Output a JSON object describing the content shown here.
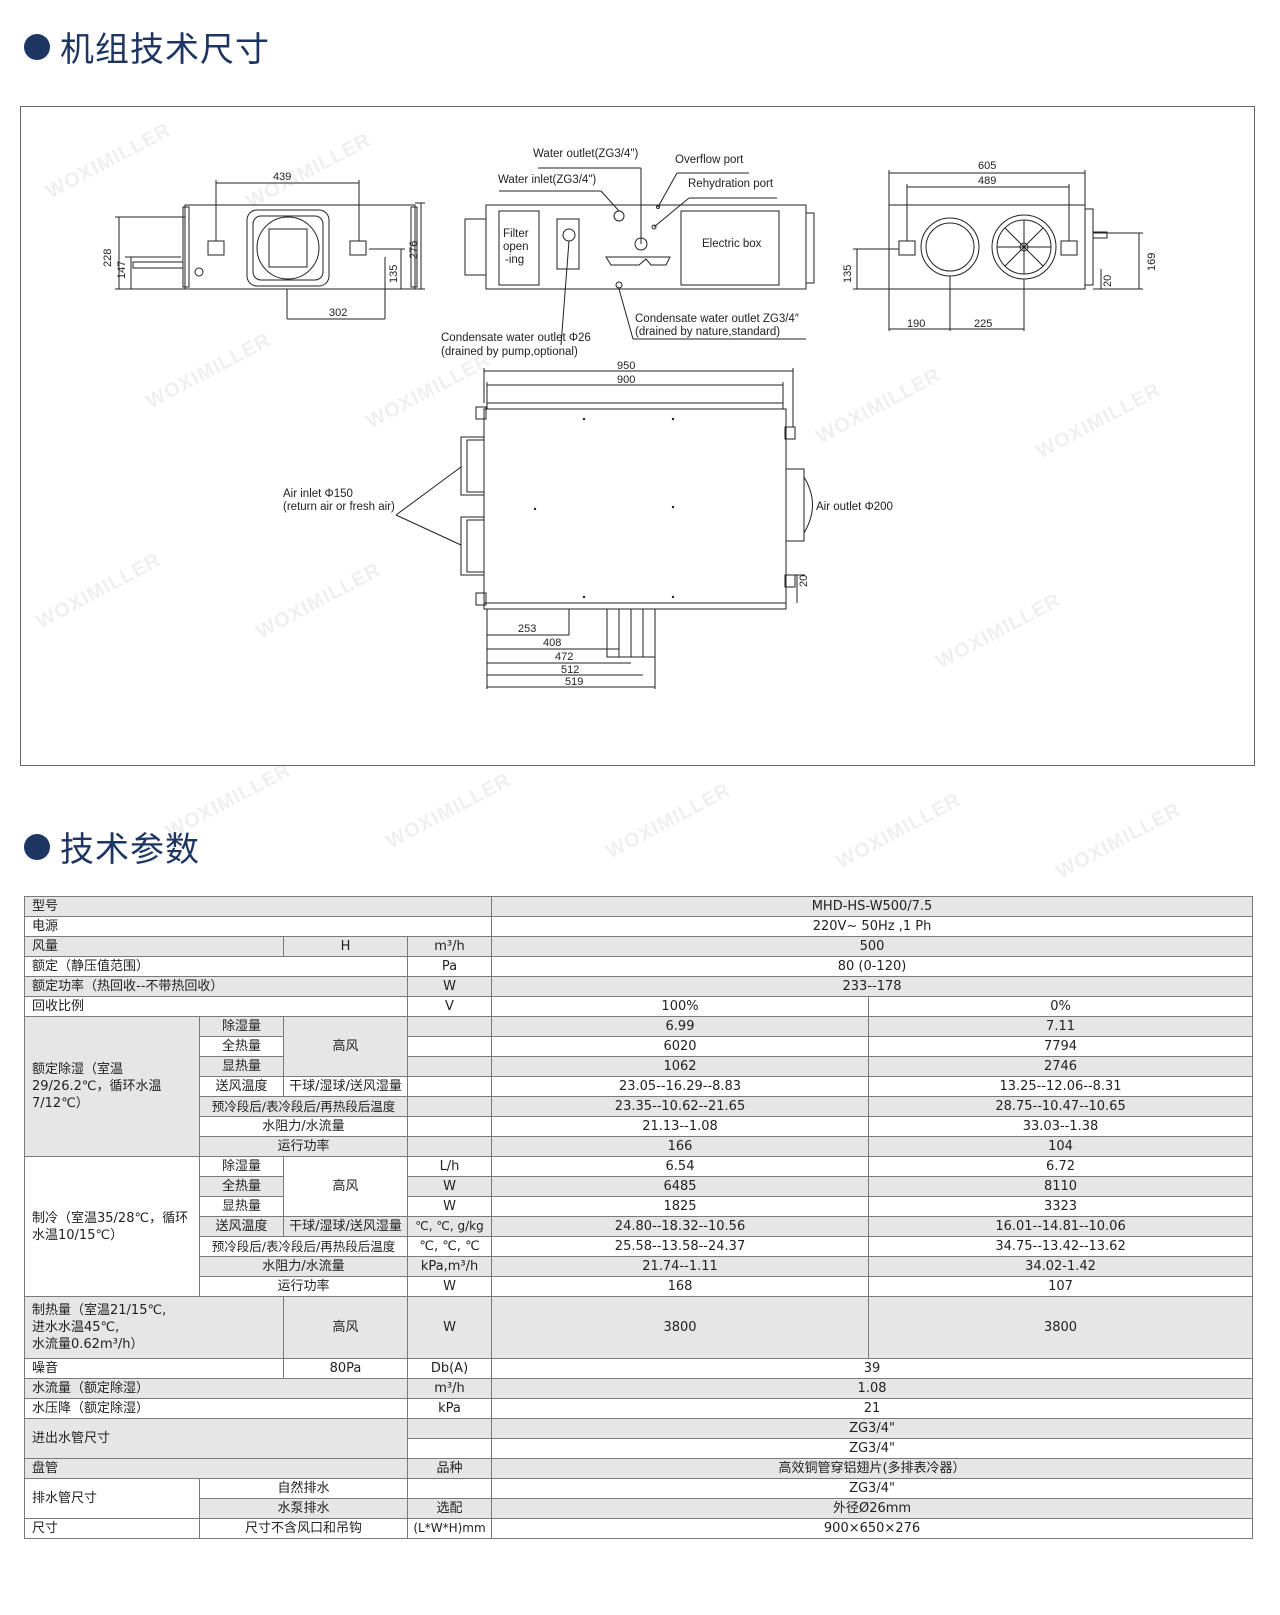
{
  "section1": {
    "title": "机组技术尺寸"
  },
  "section2": {
    "title": "技术参数"
  },
  "watermark": "WOXIMILLER",
  "diagram": {
    "labels": {
      "water_outlet": "Water outlet(ZG3/4\")",
      "water_inlet": "Water inlet(ZG3/4\")",
      "overflow_port": "Overflow port",
      "rehydration_port": "Rehydration port",
      "filter_opening": [
        "Filter",
        "open",
        "-ing"
      ],
      "electric_box": "Electric box",
      "condensate_nature": [
        "Condensate water outlet ZG3/4″",
        "(drained by nature,standard)"
      ],
      "condensate_pump": [
        "Condensate water outlet Φ26",
        "(drained by pump,optional)"
      ],
      "air_inlet": [
        "Air inlet Φ150",
        "(return air or fresh air)"
      ],
      "air_outlet": "Air outlet Φ200"
    },
    "dims": {
      "d439": "439",
      "d228": "228",
      "d147": "147",
      "d276": "276",
      "d135a": "135",
      "d302": "302",
      "d605": "605",
      "d489": "489",
      "d135b": "135",
      "d169": "169",
      "d20a": "20",
      "d190": "190",
      "d225": "225",
      "d950": "950",
      "d900": "900",
      "d20b": "20",
      "d253": "253",
      "d408": "408",
      "d472": "472",
      "d512": "512",
      "d519": "519"
    }
  },
  "table": {
    "model_label": "型号",
    "model_value": "MHD-HS-W500/7.5",
    "power_label": "电源",
    "power_value": "220V~ 50Hz ,1 Ph",
    "air_label": "风量",
    "air_mode": "H",
    "air_unit": "m³/h",
    "air_value": "500",
    "static_label": "额定（静压值范围）",
    "static_unit": "Pa",
    "static_value": "80 (0-120)",
    "rated_power_label": "额定功率（热回收--不带热回收）",
    "rated_power_unit": "W",
    "rated_power_value": "233--178",
    "recovery_label": "回收比例",
    "recovery_unit": "V",
    "recovery_a": "100%",
    "recovery_b": "0%",
    "dehum": {
      "group": "额定除湿（室温29/26.2℃，循环水温7/12℃）",
      "mode": "高风",
      "rows": [
        {
          "name": "除湿量",
          "unit": "",
          "a": "6.99",
          "b": "7.11"
        },
        {
          "name": "全热量",
          "unit": "",
          "a": "6020",
          "b": "7794"
        },
        {
          "name": "显热量",
          "unit": "",
          "a": "1062",
          "b": "2746"
        },
        {
          "name": "送风温度",
          "sub": "干球/湿球/送风湿量",
          "unit": "",
          "a": "23.05--16.29--8.83",
          "b": "13.25--12.06--8.31"
        },
        {
          "name": "预冷段后/表冷段后/再热段后温度",
          "unit": "",
          "a": "23.35--10.62--21.65",
          "b": "28.75--10.47--10.65"
        },
        {
          "name": "水阻力/水流量",
          "unit": "",
          "a": "21.13--1.08",
          "b": "33.03--1.38"
        },
        {
          "name": "运行功率",
          "unit": "",
          "a": "166",
          "b": "104"
        }
      ]
    },
    "cool": {
      "group": "制冷（室温35/28℃，循环水温10/15℃）",
      "mode": "高风",
      "rows": [
        {
          "name": "除湿量",
          "unit": "L/h",
          "a": "6.54",
          "b": "6.72"
        },
        {
          "name": "全热量",
          "unit": "W",
          "a": "6485",
          "b": "8110"
        },
        {
          "name": "显热量",
          "unit": "W",
          "a": "1825",
          "b": "3323"
        },
        {
          "name": "送风温度",
          "sub": "干球/湿球/送风湿量",
          "unit": "℃, ℃, g/kg",
          "a": "24.80--18.32--10.56",
          "b": "16.01--14.81--10.06"
        },
        {
          "name": "预冷段后/表冷段后/再热段后温度",
          "unit": "℃, ℃, ℃",
          "a": "25.58--13.58--24.37",
          "b": "34.75--13.42--13.62"
        },
        {
          "name": "水阻力/水流量",
          "unit": "kPa,m³/h",
          "a": "21.74--1.11",
          "b": "34.02-1.42"
        },
        {
          "name": "运行功率",
          "unit": "W",
          "a": "168",
          "b": "107"
        }
      ]
    },
    "heat": {
      "label": [
        "制热量（室温21/15℃,",
        "进水水温45℃,",
        "水流量0.62m³/h）"
      ],
      "mode": "高风",
      "unit": "W",
      "a": "3800",
      "b": "3800"
    },
    "noise_label": "噪音",
    "noise_cond": "80Pa",
    "noise_unit": "Db(A)",
    "noise_value": "39",
    "flow_label": "水流量（额定除湿）",
    "flow_unit": "m³/h",
    "flow_value": "1.08",
    "drop_label": "水压降（额定除湿）",
    "drop_unit": "kPa",
    "drop_value": "21",
    "pipe_label": "进出水管尺寸",
    "pipe_a": "ZG3/4\"",
    "pipe_b": "ZG3/4\"",
    "coil_label": "盘管",
    "coil_unit": "品种",
    "coil_value": "高效铜管穿铝翅片(多排表冷器）",
    "drain_label": "排水管尺寸",
    "drain_nat": "自然排水",
    "drain_nat_value": "ZG3/4\"",
    "drain_pump": "水泵排水",
    "drain_pump_unit": "选配",
    "drain_pump_value": "外径Ø26mm",
    "size_label": "尺寸",
    "size_note": "尺寸不含风口和吊钩",
    "size_unit": "(L*W*H)mm",
    "size_value": "900×650×276"
  }
}
